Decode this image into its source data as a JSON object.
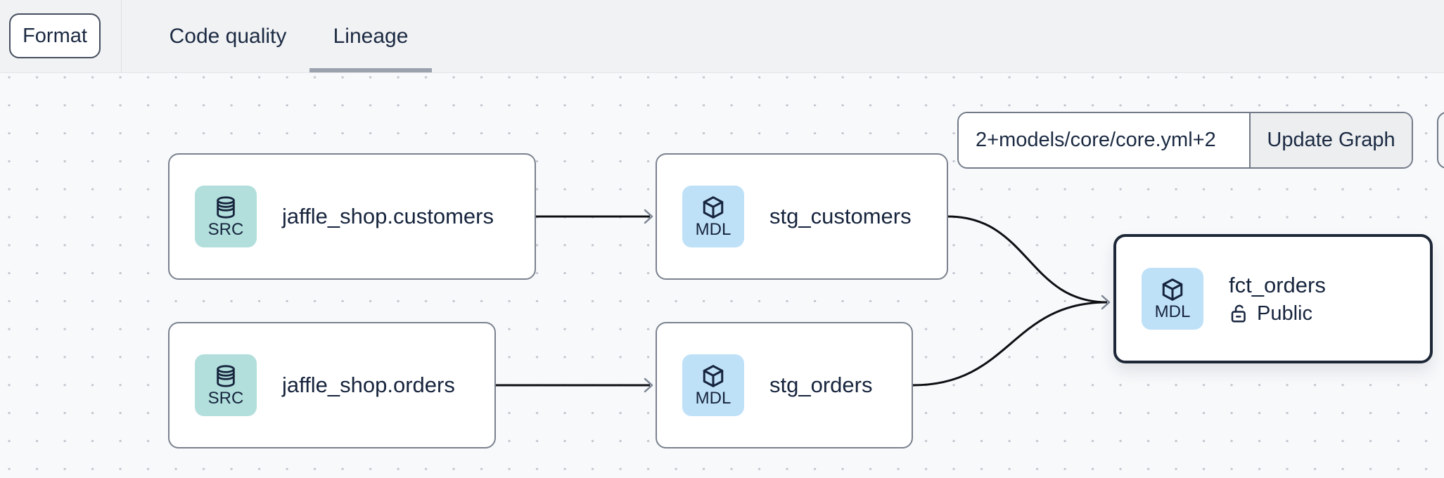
{
  "toolbar": {
    "format_label": "Format",
    "tabs": [
      {
        "label": "Code quality",
        "active": false
      },
      {
        "label": "Lineage",
        "active": true
      }
    ]
  },
  "graph_controls": {
    "selector_value": "2+models/core/core.yml+2",
    "update_button_label": "Update Graph"
  },
  "graph": {
    "nodes": [
      {
        "id": "jaffle_shop.customers",
        "label": "jaffle_shop.customers",
        "type": "source",
        "badge": "SRC",
        "selected": false
      },
      {
        "id": "stg_customers",
        "label": "stg_customers",
        "type": "model",
        "badge": "MDL",
        "selected": false
      },
      {
        "id": "jaffle_shop.orders",
        "label": "jaffle_shop.orders",
        "type": "source",
        "badge": "SRC",
        "selected": false
      },
      {
        "id": "stg_orders",
        "label": "stg_orders",
        "type": "model",
        "badge": "MDL",
        "selected": false
      },
      {
        "id": "fct_orders",
        "label": "fct_orders",
        "type": "model",
        "badge": "MDL",
        "access": "Public",
        "selected": true
      }
    ],
    "edges": [
      {
        "from": "jaffle_shop.customers",
        "to": "stg_customers"
      },
      {
        "from": "jaffle_shop.orders",
        "to": "stg_orders"
      },
      {
        "from": "stg_customers",
        "to": "fct_orders"
      },
      {
        "from": "stg_orders",
        "to": "fct_orders"
      }
    ]
  },
  "colors": {
    "source_badge_bg": "#b2dfdc",
    "model_badge_bg": "#bfe1f8",
    "text_navy": "#16243d",
    "node_border": "#7b828e",
    "selected_node_border": "#1d2737",
    "edge_stroke": "#0d0f13",
    "arrowhead": "#7d8594",
    "topbar_bg": "#f1f2f4",
    "canvas_bg": "#f8f9fb",
    "active_tab_underline": "#9ba2ad"
  }
}
